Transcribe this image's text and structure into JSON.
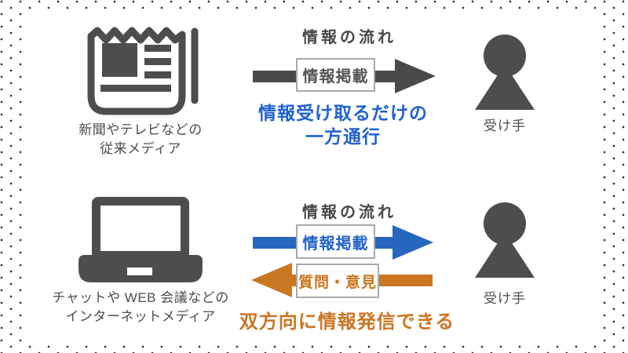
{
  "colors": {
    "icon_gray": "#4d4d4d",
    "arrow_gray": "#4a4a4a",
    "arrow_blue": "#2766bd",
    "arrow_orange": "#c97722",
    "highlight_blue": "#2062cf",
    "highlight_orange": "#cc7524",
    "box_border": "#a9a9a9",
    "dot_pattern": "#333333"
  },
  "top_row": {
    "media_caption": [
      "新聞やテレビなどの",
      "従来メディア"
    ],
    "flow_title": "情報の流れ",
    "arrow_label": "情報掲載",
    "highlight": [
      "情報受け取るだけの",
      "一方通行"
    ],
    "receiver_label": "受け手"
  },
  "bottom_row": {
    "media_caption": [
      "チャットや WEB 会議などの",
      "インターネットメディア"
    ],
    "flow_title": "情報の流れ",
    "forward_arrow_label": "情報掲載",
    "backward_arrow_label": "質問・意見",
    "highlight": "双方向に情報発信できる",
    "receiver_label": "受け手"
  }
}
